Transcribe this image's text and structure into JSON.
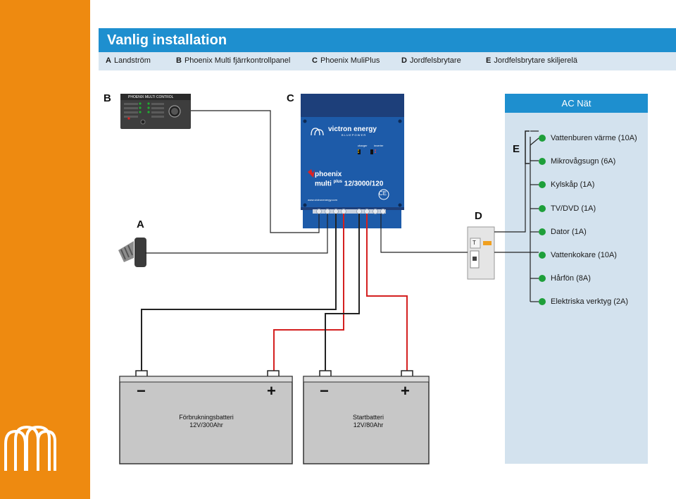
{
  "colors": {
    "brand_orange": "#ee8a10",
    "brand_blue": "#1e8fcf",
    "panel_bg": "#d3e2ee",
    "dc_positive": "#d42020",
    "dc_negative": "#222222"
  },
  "header": {
    "title": "Vanlig installation"
  },
  "legend": [
    {
      "key": "A",
      "text": "Landström"
    },
    {
      "key": "B",
      "text": "Phoenix Multi fjärrkontrollpanel"
    },
    {
      "key": "C",
      "text": "Phoenix MuliPlus"
    },
    {
      "key": "D",
      "text": "Jordfelsbrytare"
    },
    {
      "key": "E",
      "text": "Jordfelsbrytare skiljerelä"
    }
  ],
  "labels": {
    "a": "A",
    "b": "B",
    "c": "C",
    "d": "D",
    "e": "E"
  },
  "remote_panel": {
    "title": "PHOENIX MULTI CONTROL"
  },
  "inverter": {
    "brand": "victron energy",
    "tagline": "B L U E   P O W E R",
    "charger_label": "charger",
    "inverter_label": "inverter",
    "product": "phoenix",
    "model_prefix": "multi",
    "model_plus": "plus",
    "model": "12/3000/120",
    "ce_mark": "CE",
    "website": "www.victronenergy.com"
  },
  "rcd": {
    "test_label": "T"
  },
  "ac_panel": {
    "title": "AC Nät",
    "loads": [
      "Vattenburen värme (10A)",
      "Mikrovågsugn (6A)",
      "Kylskåp (1A)",
      "TV/DVD (1A)",
      "Dator (1A)",
      "Vattenkokare (10A)",
      "Hårfön (8A)",
      "Elektriska verktyg (2A)"
    ]
  },
  "batteries": [
    {
      "minus": "−",
      "plus": "+",
      "line1": "Förbrukningsbatteri",
      "line2": "12V/300Ahr"
    },
    {
      "minus": "−",
      "plus": "+",
      "line1": "Startbatteri",
      "line2": "12V/80Ahr"
    }
  ]
}
